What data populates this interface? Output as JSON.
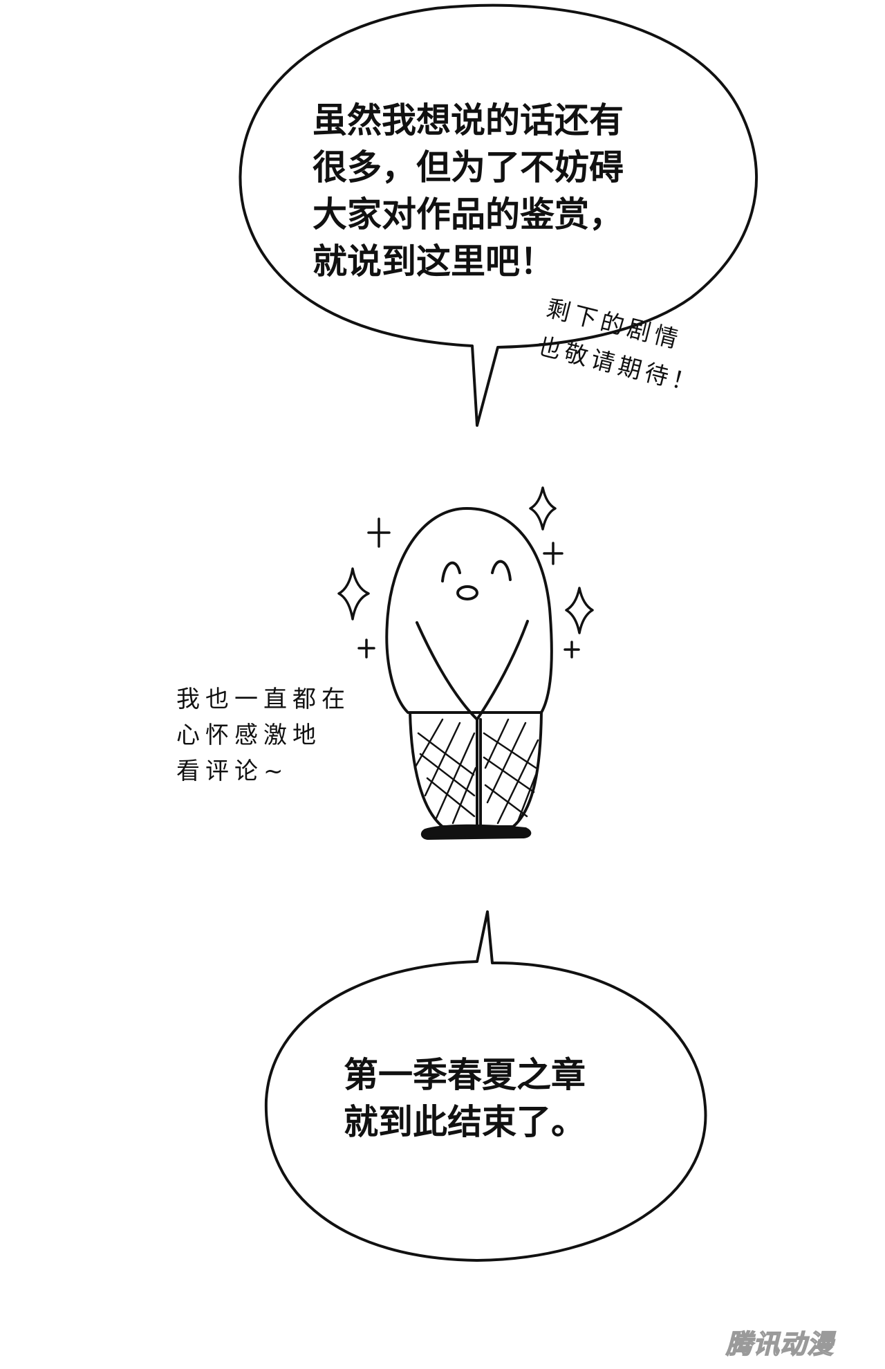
{
  "page": {
    "background": "#ffffff",
    "ink": "#111111"
  },
  "top_bubble": {
    "lines": [
      "虽然我想说的话还有",
      "很多，但为了不妨碍",
      "大家对作品的鉴赏，",
      "就说到这里吧！"
    ]
  },
  "side_note": {
    "lines": [
      "剩下的剧情",
      "也敬请期待！"
    ]
  },
  "left_note": {
    "lines": [
      "我也一直都在",
      "心怀感激地",
      "看评论~"
    ]
  },
  "bottom_bubble": {
    "lines": [
      "第一季春夏之章",
      "就到此结束了。"
    ]
  },
  "watermark": {
    "text": "腾讯动漫"
  },
  "icons": [
    "sparkle-icon",
    "plus-sparkle-icon"
  ]
}
